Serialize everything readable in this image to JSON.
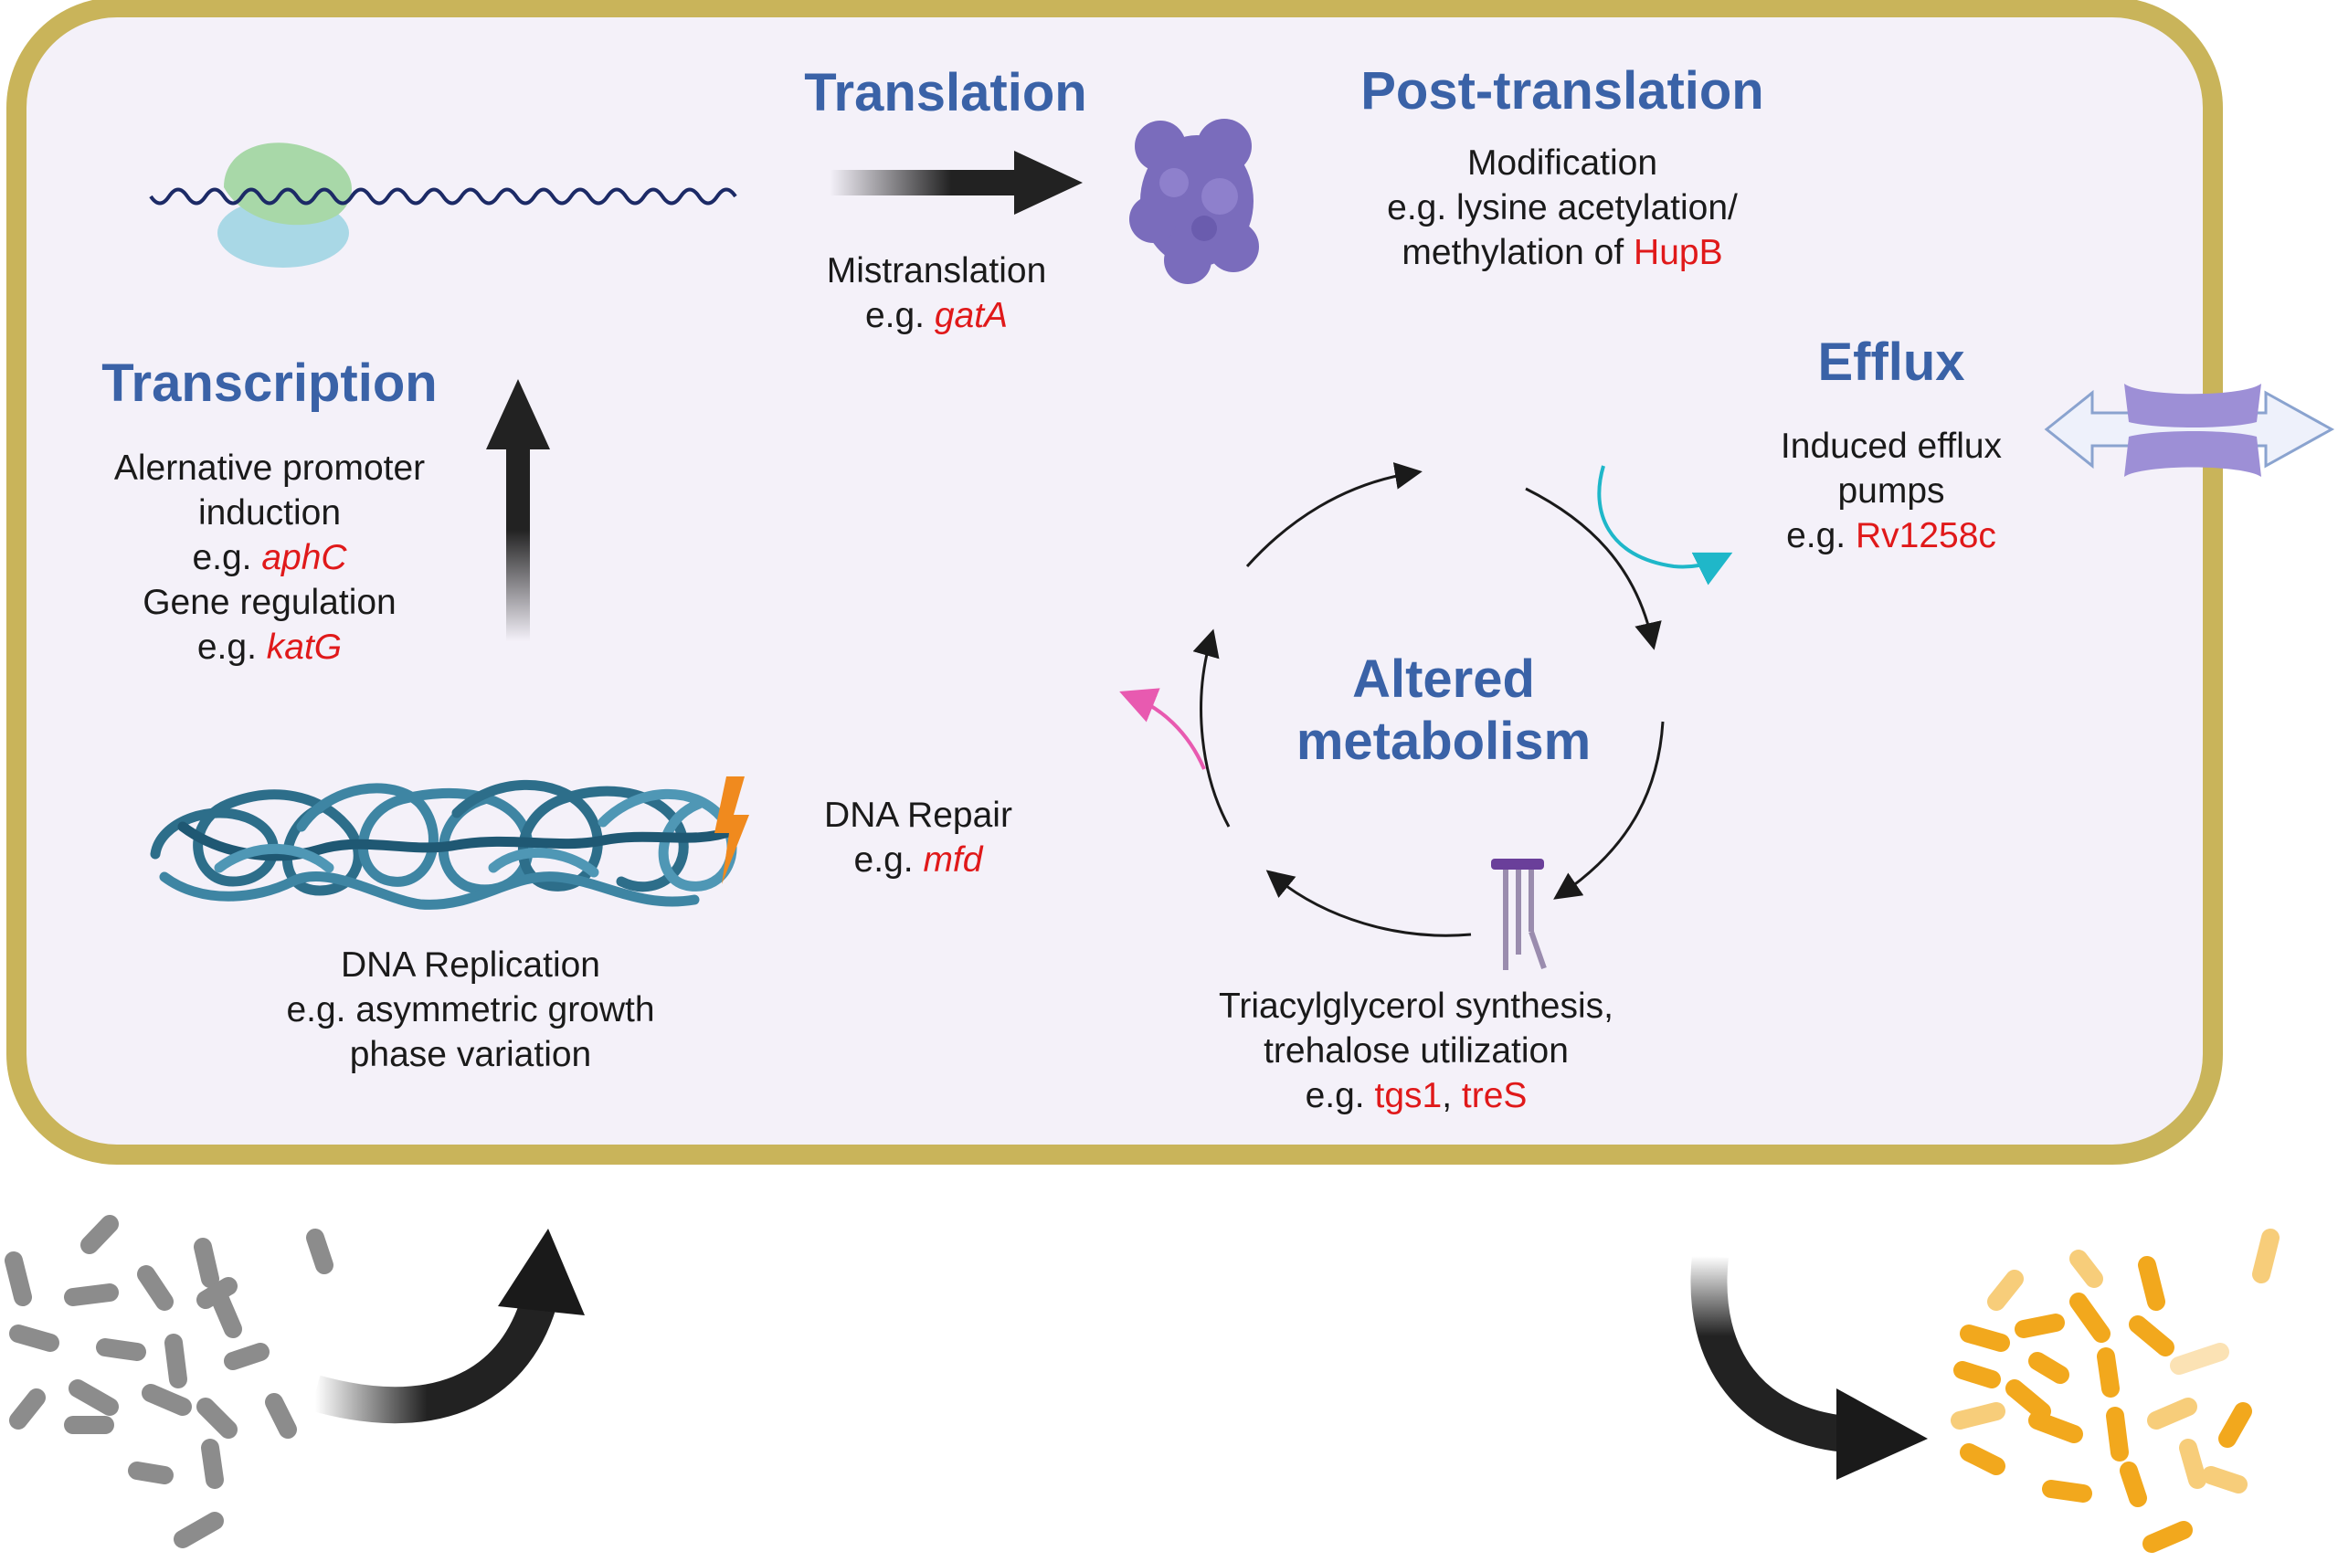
{
  "headings": {
    "translation": "Translation",
    "post_translation": "Post-translation",
    "transcription": "Transcription",
    "efflux": "Efflux",
    "metabolism_1": "Altered",
    "metabolism_2": "metabolism"
  },
  "post_translation": {
    "line1": "Modification",
    "line2": "e.g. lysine acetylation/",
    "line3_prefix": "methylation of ",
    "line3_gene": "HupB"
  },
  "mistranslation": {
    "line1": "Mistranslation",
    "line2_prefix": "e.g. ",
    "line2_gene": "gatA"
  },
  "transcription": {
    "line1": "Alernative promoter",
    "line2": "induction",
    "line3_prefix": "e.g. ",
    "line3_gene": "aphC",
    "line4": "Gene regulation",
    "line5_prefix": "e.g. ",
    "line5_gene": "katG"
  },
  "efflux": {
    "line1": "Induced efflux",
    "line2": "pumps",
    "line3_prefix": "e.g. ",
    "line3_gene": "Rv1258c"
  },
  "dna_repair": {
    "line1": "DNA Repair",
    "line2_prefix": "e.g. ",
    "line2_gene": "mfd"
  },
  "dna_replication": {
    "line1": "DNA Replication",
    "line2": "e.g. asymmetric growth",
    "line3": "phase variation"
  },
  "lipid": {
    "line1": "Triacylglycerol synthesis,",
    "line2": "trehalose utilization",
    "line3_prefix": "e.g. ",
    "line3_gene1": "tgs1",
    "line3_sep": ", ",
    "line3_gene2": "treS"
  },
  "colors": {
    "heading": "#3a62a7",
    "gene": "#e0191a",
    "cell_fill": "#f4f1f9",
    "cell_border": "#c9b45a",
    "efflux_arrow": "#1fb7c9",
    "repair_arrow": "#e85ab0",
    "bacteria_before": "#8c8c8c",
    "bacteria_after": "#f2a81d"
  }
}
